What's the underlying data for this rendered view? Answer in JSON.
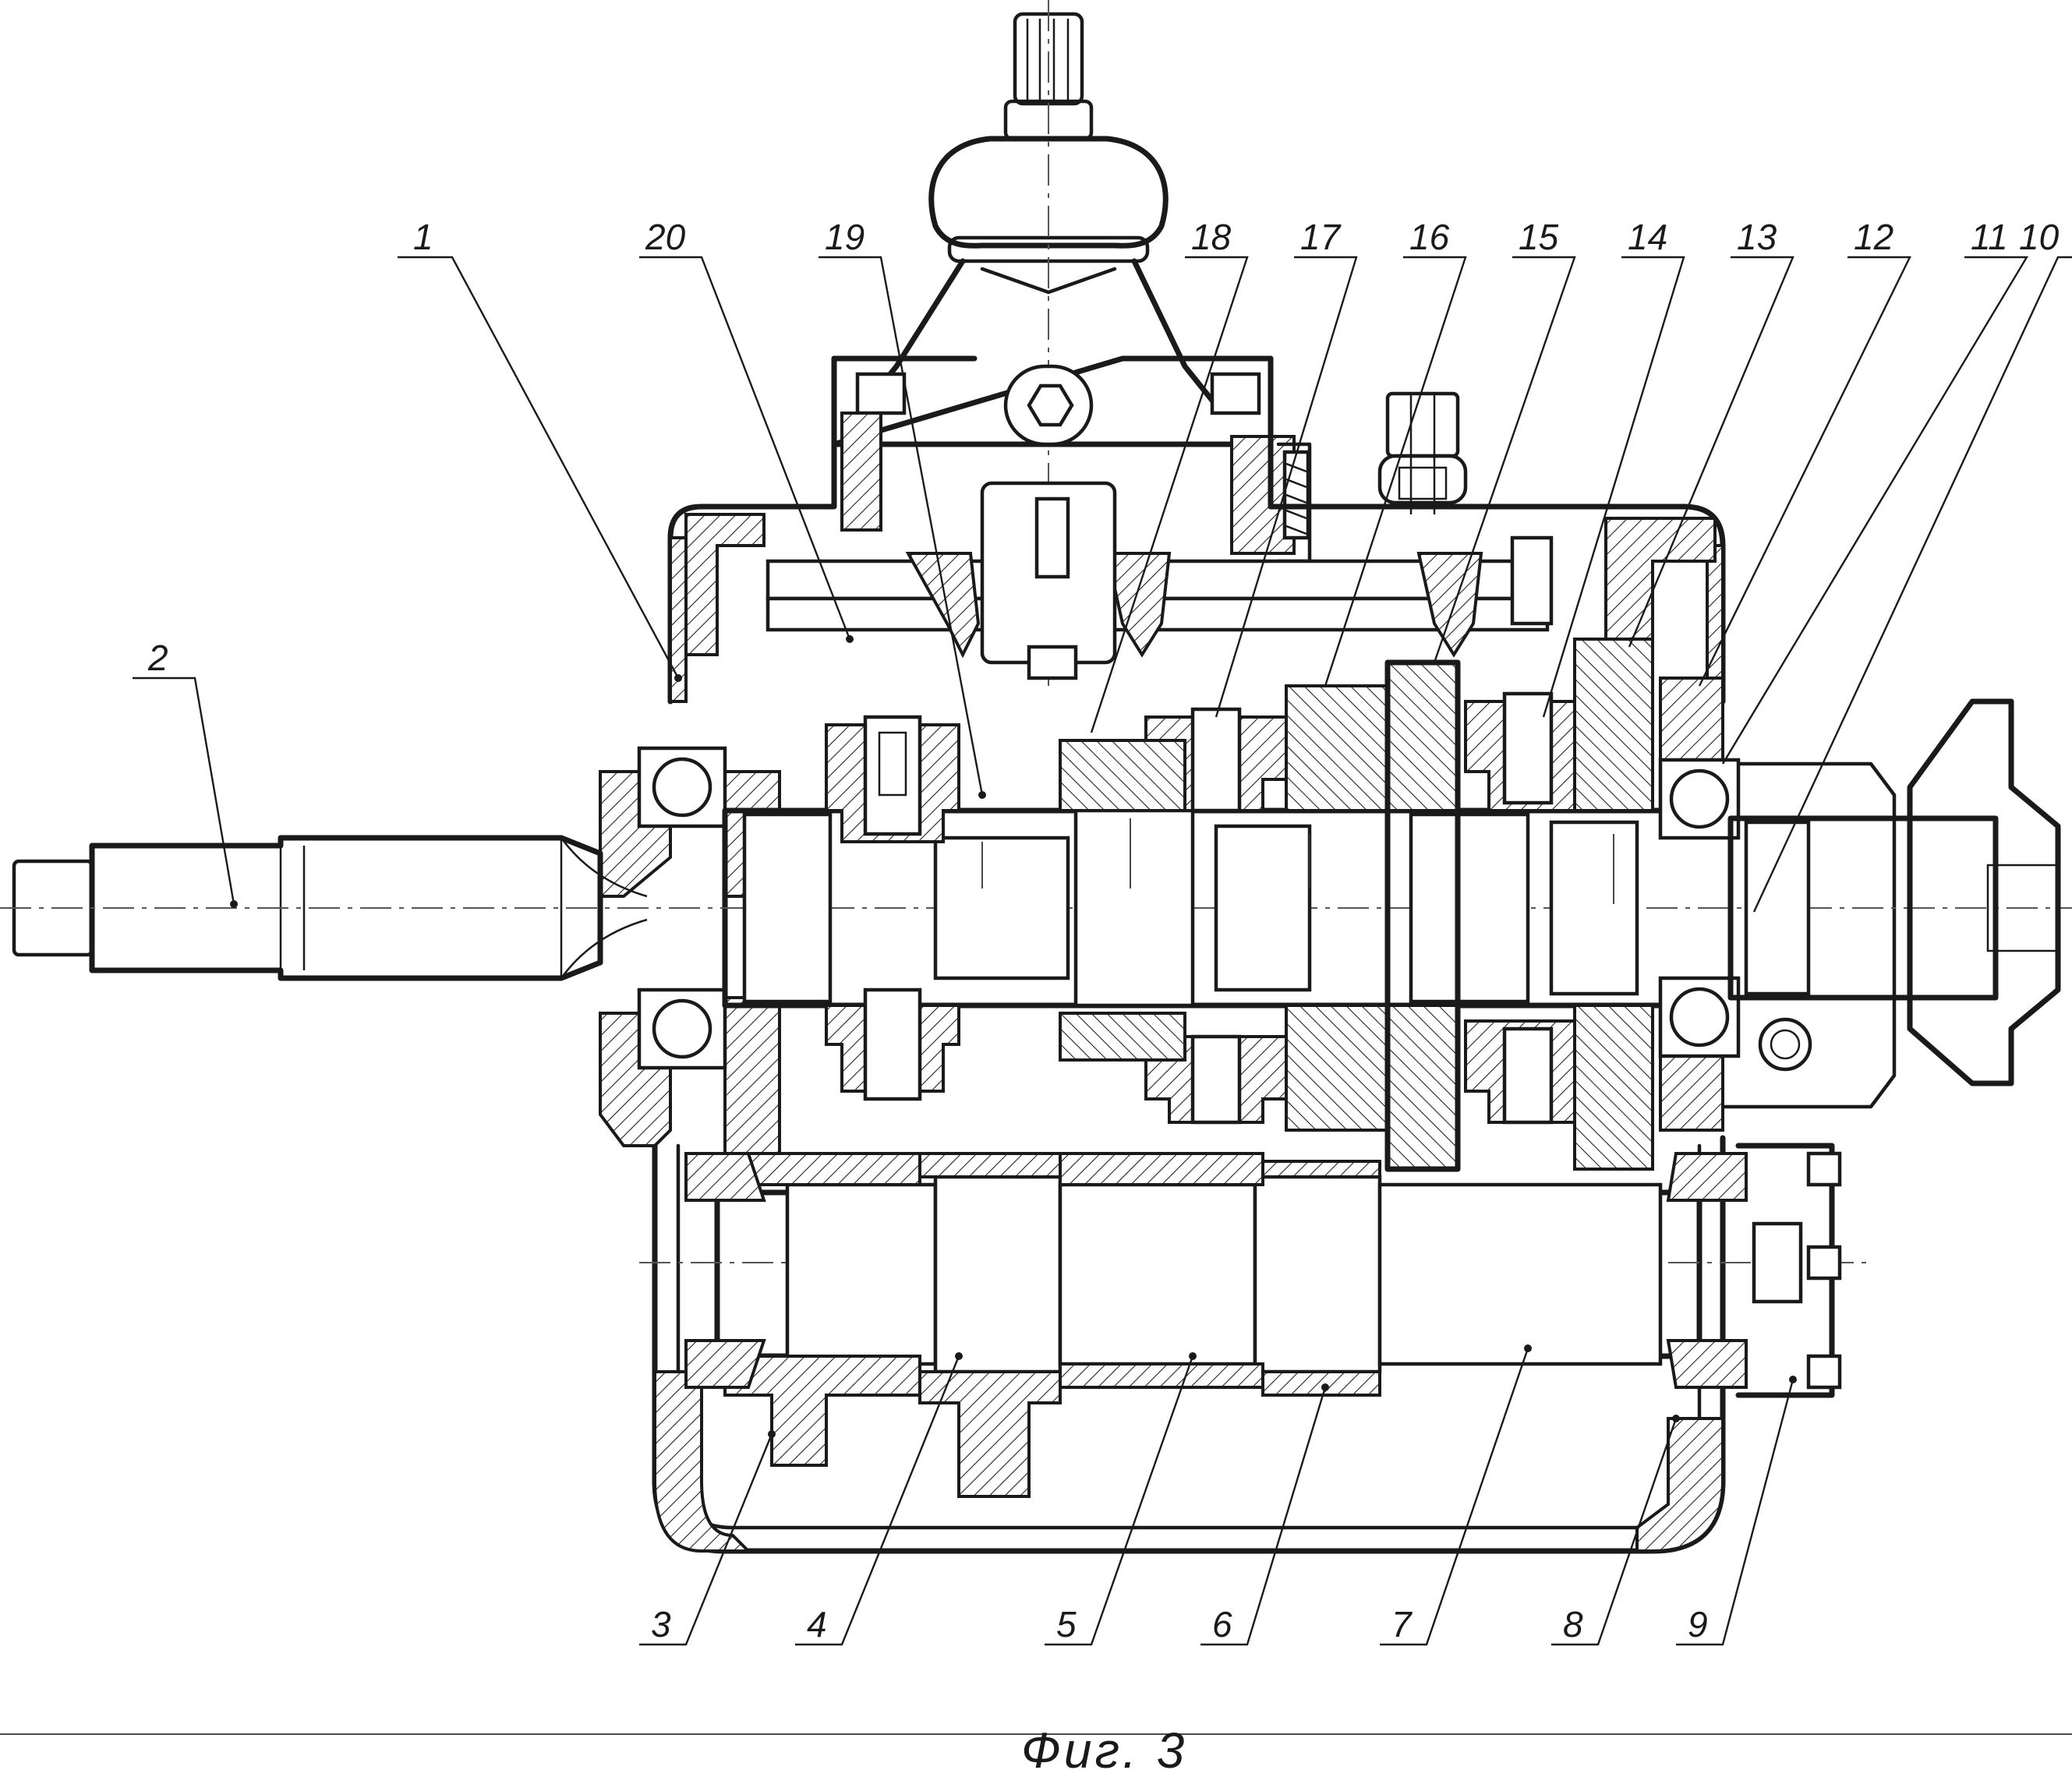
{
  "figure": {
    "caption": "Фиг. 3"
  },
  "callouts": [
    {
      "label": "1",
      "side": "top"
    },
    {
      "label": "20",
      "side": "top"
    },
    {
      "label": "19",
      "side": "top"
    },
    {
      "label": "18",
      "side": "top"
    },
    {
      "label": "17",
      "side": "top"
    },
    {
      "label": "16",
      "side": "top"
    },
    {
      "label": "15",
      "side": "top"
    },
    {
      "label": "14",
      "side": "top"
    },
    {
      "label": "13",
      "side": "top"
    },
    {
      "label": "12",
      "side": "top"
    },
    {
      "label": "11",
      "side": "top"
    },
    {
      "label": "10",
      "side": "top"
    },
    {
      "label": "2",
      "side": "left"
    },
    {
      "label": "3",
      "side": "bottom"
    },
    {
      "label": "4",
      "side": "bottom"
    },
    {
      "label": "5",
      "side": "bottom"
    },
    {
      "label": "6",
      "side": "bottom"
    },
    {
      "label": "7",
      "side": "bottom"
    },
    {
      "label": "8",
      "side": "bottom"
    },
    {
      "label": "9",
      "side": "bottom"
    }
  ]
}
